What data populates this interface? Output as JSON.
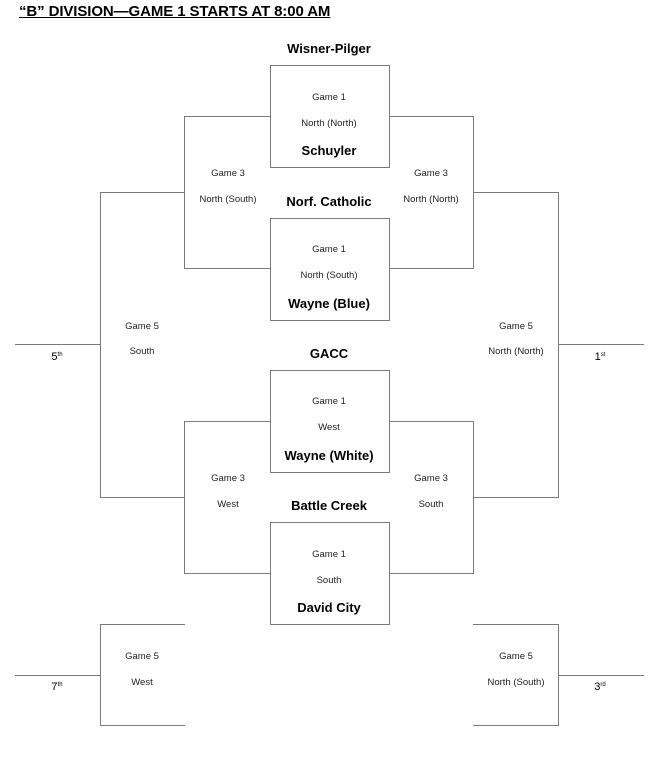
{
  "header": {
    "title": "“B” DIVISION—GAME 1 STARTS AT 8:00 AM"
  },
  "teams": [
    "Wisner-Pilger",
    "Schuyler",
    "Norf. Catholic",
    "Wayne (Blue)",
    "GACC",
    "Wayne (White)",
    "Battle Creek",
    "David City"
  ],
  "game1": [
    {
      "game": "Game 1",
      "site": "North (North)"
    },
    {
      "game": "Game 1",
      "site": "North (South)"
    },
    {
      "game": "Game 1",
      "site": "West"
    },
    {
      "game": "Game 1",
      "site": "South"
    }
  ],
  "game3": {
    "top_left": {
      "game": "Game 3",
      "site": "North (South)"
    },
    "top_right": {
      "game": "Game 3",
      "site": "North (North)"
    },
    "bottom_left": {
      "game": "Game 3",
      "site": "West"
    },
    "bottom_right": {
      "game": "Game 3",
      "site": "South"
    }
  },
  "game5": {
    "left_upper": {
      "game": "Game 5",
      "site": "South"
    },
    "right_upper": {
      "game": "Game 5",
      "site": "North (North)"
    },
    "left_lower": {
      "game": "Game 5",
      "site": "West"
    },
    "right_lower": {
      "game": "Game 5",
      "site": "North (South)"
    }
  },
  "places": {
    "fifth": {
      "num": "5",
      "suffix": "th"
    },
    "first": {
      "num": "1",
      "suffix": "st"
    },
    "seventh": {
      "num": "7",
      "suffix": "th"
    },
    "third": {
      "num": "3",
      "suffix": "rd"
    }
  }
}
